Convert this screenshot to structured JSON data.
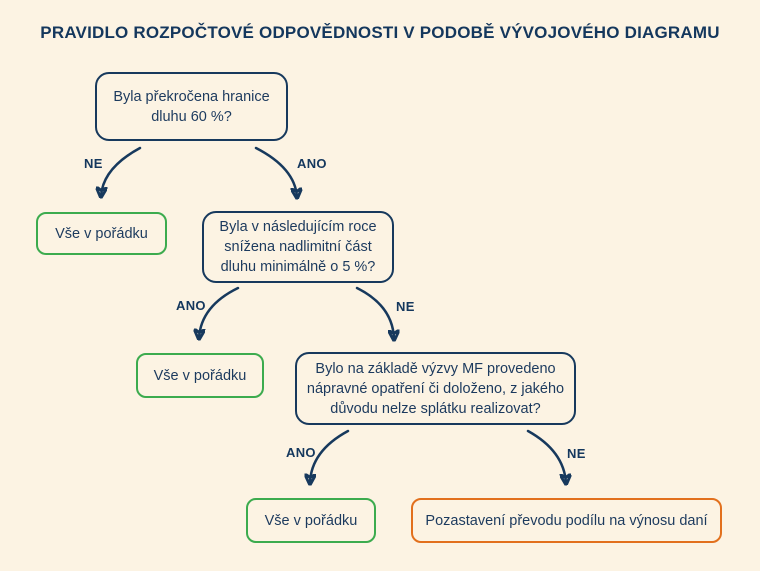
{
  "title": "PRAVIDLO ROZPOČTOVÉ ODPOVĚDNOSTI V PODOBĚ VÝVOJOVÉHO DIAGRAMU",
  "colors": {
    "background": "#fcf3e3",
    "navy": "#17395d",
    "green": "#3cab4e",
    "orange": "#e2701d"
  },
  "flowchart": {
    "questions": [
      {
        "id": "q1",
        "text": "Byla překročena hranice dluhu 60 %?",
        "lines": [
          "Byla překročena hranice",
          "dluhu 60 %?"
        ]
      },
      {
        "id": "q2",
        "text": "Byla v následujícím roce snížena nadlimitní část dluhu minimálně o 5 %?",
        "lines": [
          "Byla v následujícím roce",
          "snížena nadlimitní část",
          "dluhu minimálně o 5 %?"
        ]
      },
      {
        "id": "q3",
        "text": "Bylo na základě výzvy MF provedeno nápravné opatření či doloženo, z jakého důvodu nelze splátku realizovat?",
        "lines": [
          "Bylo na základě výzvy MF provedeno",
          "nápravné opatření či doloženo, z jakého",
          "důvodu nelze splátku realizovat?"
        ]
      }
    ],
    "outcomes": [
      {
        "id": "ok1",
        "text": "Vše v pořádku",
        "type": "positive"
      },
      {
        "id": "ok2",
        "text": "Vše v pořádku",
        "type": "positive"
      },
      {
        "id": "ok3",
        "text": "Vše v pořádku",
        "type": "positive"
      },
      {
        "id": "sanction",
        "text": "Pozastavení převodu podílu na výnosu daní",
        "type": "negative"
      }
    ],
    "edges": [
      {
        "from": "q1",
        "label": "NE",
        "to": "ok1"
      },
      {
        "from": "q1",
        "label": "ANO",
        "to": "q2"
      },
      {
        "from": "q2",
        "label": "ANO",
        "to": "ok2"
      },
      {
        "from": "q2",
        "label": "NE",
        "to": "q3"
      },
      {
        "from": "q3",
        "label": "ANO",
        "to": "ok3"
      },
      {
        "from": "q3",
        "label": "NE",
        "to": "sanction"
      }
    ]
  }
}
